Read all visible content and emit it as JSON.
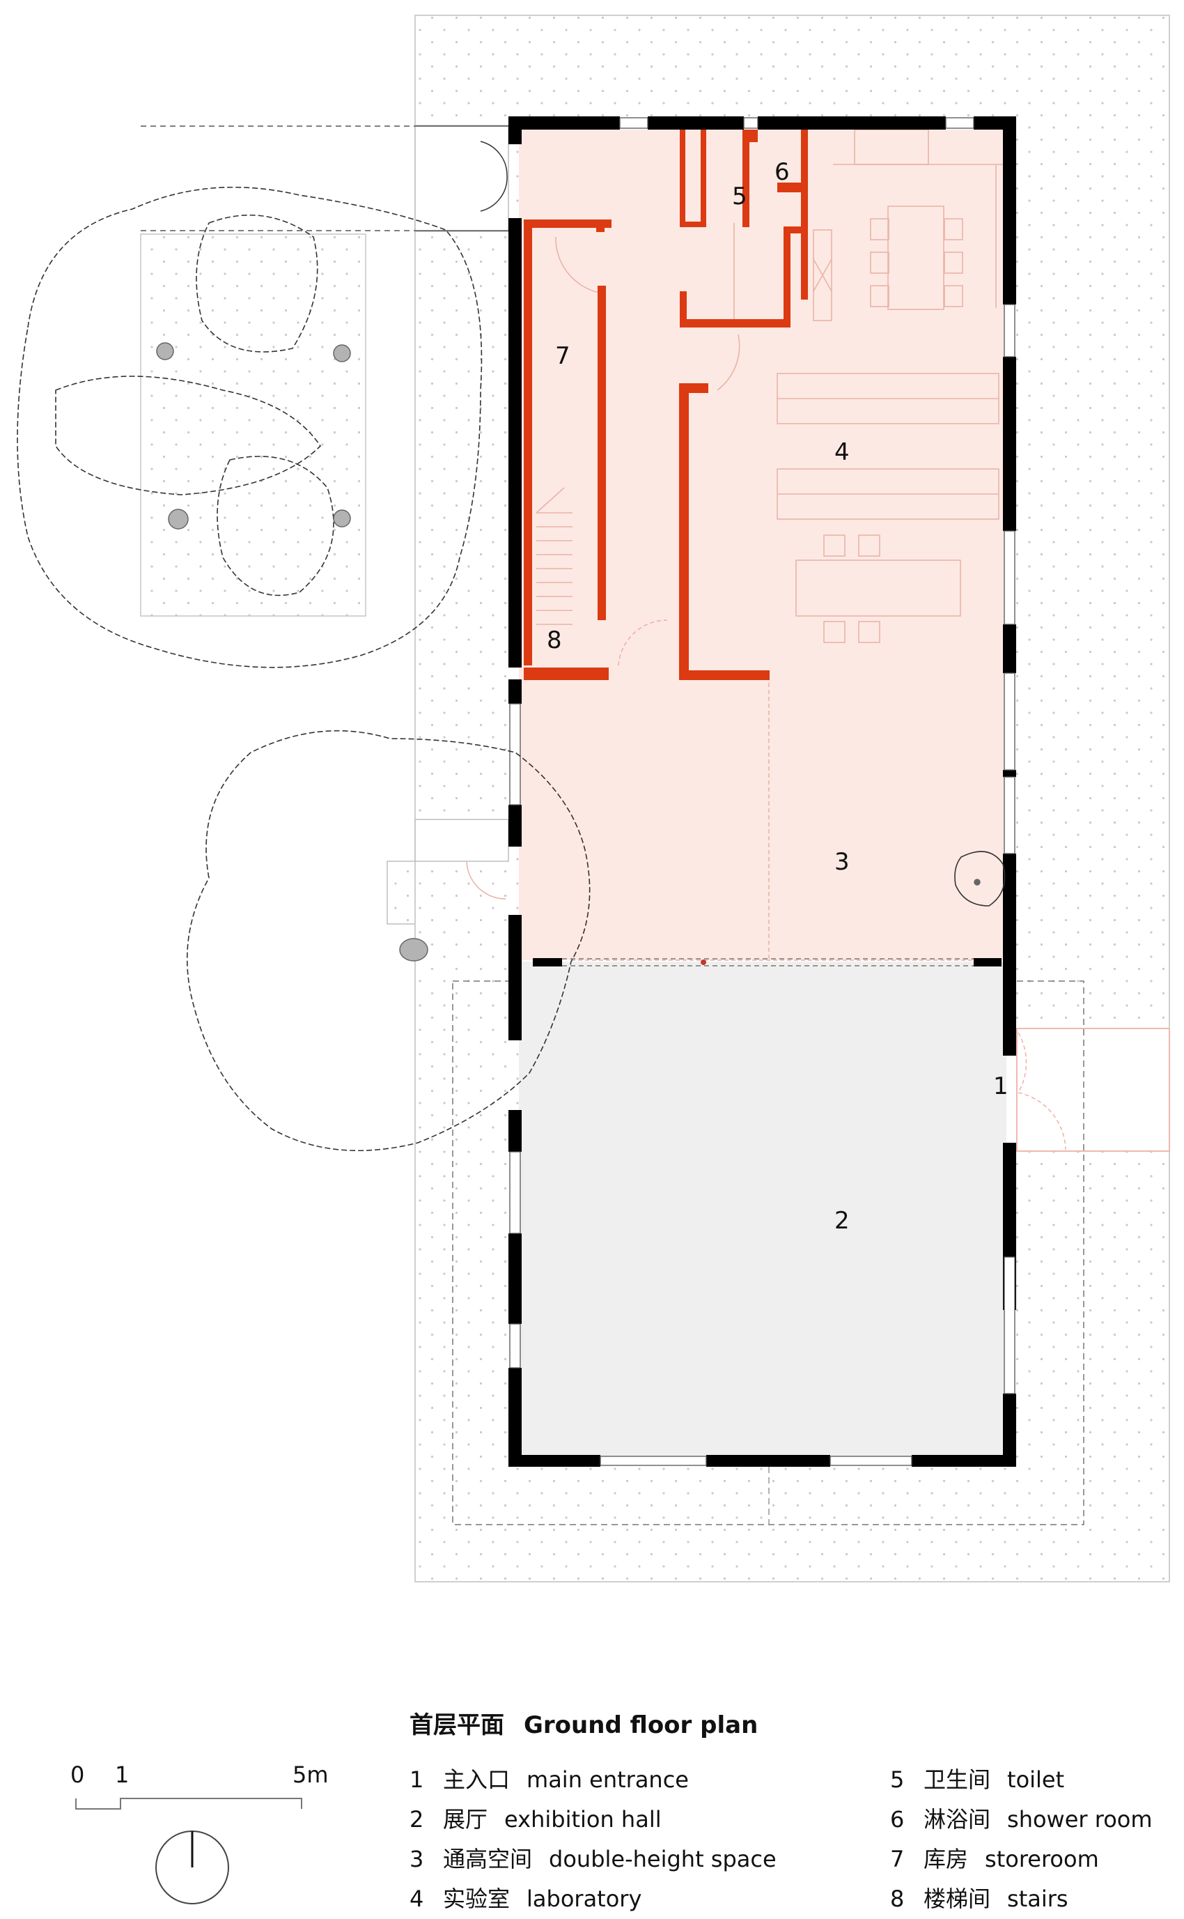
{
  "drawing": {
    "title_zh": "首层平面",
    "title_en": "Ground floor plan",
    "colors": {
      "wall_exterior": "#000000",
      "wall_interior": "#dc3a12",
      "heated_floor": "#fde9e3",
      "exhibition_floor": "#efefef",
      "site_dots": "#c8c8c8",
      "tree_outline": "#333333",
      "column_fill": "#b3b3b3"
    }
  },
  "rooms": [
    {
      "number": "1",
      "zh": "主入口",
      "en": "main entrance"
    },
    {
      "number": "2",
      "zh": "展厅",
      "en": "exhibition hall"
    },
    {
      "number": "3",
      "zh": "通高空间",
      "en": "double-height space"
    },
    {
      "number": "4",
      "zh": "实验室",
      "en": "laboratory"
    },
    {
      "number": "5",
      "zh": "卫生间",
      "en": "toilet"
    },
    {
      "number": "6",
      "zh": "淋浴间",
      "en": "shower room"
    },
    {
      "number": "7",
      "zh": "库房",
      "en": "storeroom"
    },
    {
      "number": "8",
      "zh": "楼梯间",
      "en": "stairs"
    }
  ],
  "plan_labels": {
    "r1": "1",
    "r2": "2",
    "r3": "3",
    "r4": "4",
    "r5": "5",
    "r6": "6",
    "r7": "7",
    "r8": "8"
  },
  "scale_bar": {
    "ticks": [
      "0",
      "1",
      "5m"
    ]
  },
  "north_arrow": {
    "icon": "north-arrow-icon"
  }
}
